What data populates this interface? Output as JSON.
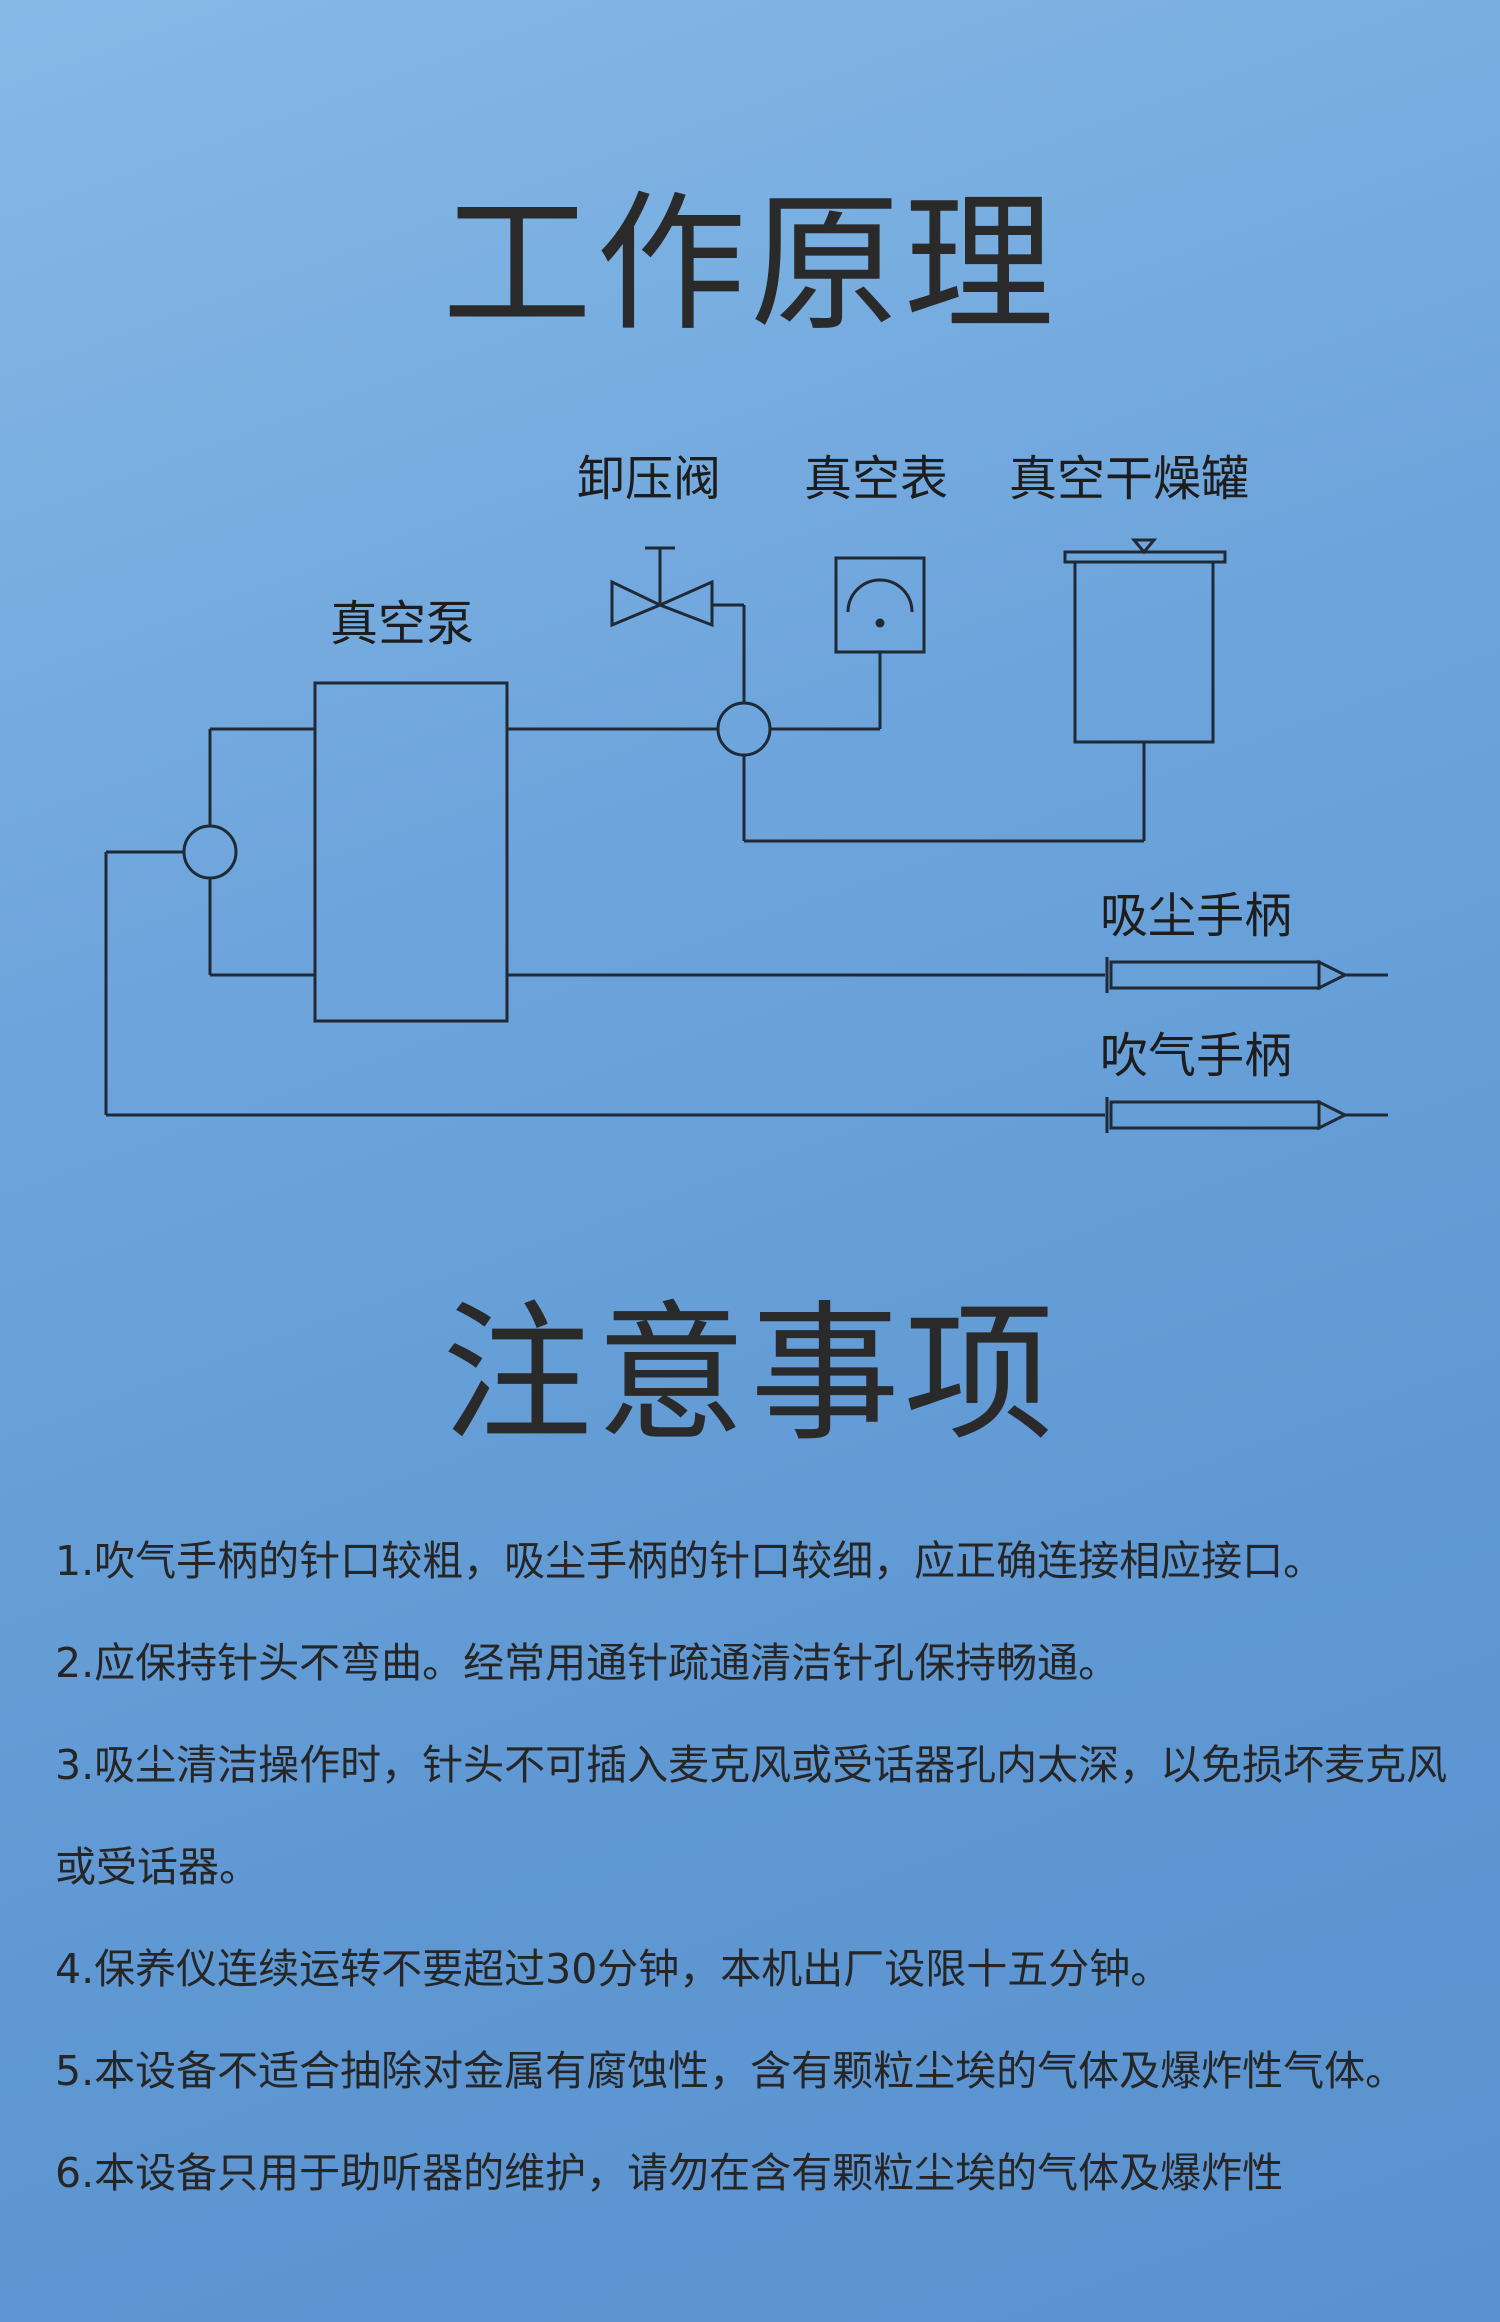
{
  "sections": {
    "principle_title": "工作原理",
    "notes_title": "注意事项"
  },
  "diagram": {
    "labels": {
      "relief_valve": "卸压阀",
      "vacuum_gauge": "真空表",
      "drying_tank": "真空干燥罐",
      "vacuum_pump": "真空泵",
      "suction_handle": "吸尘手柄",
      "blow_handle": "吹气手柄"
    }
  },
  "notes": [
    "1.吹气手柄的针口较粗，吸尘手柄的针口较细，应正确连接相应接口。",
    "2.应保持针头不弯曲。经常用通针疏通清洁针孔保持畅通。",
    "3.吸尘清洁操作时，针头不可插入麦克风或受话器孔内太深，以免损坏麦克风或受话器。",
    "4.保养仪连续运转不要超过30分钟，本机出厂设限十五分钟。",
    "5.本设备不适合抽除对金属有腐蚀性，含有颗粒尘埃的气体及爆炸性气体。",
    "6.本设备只用于助听器的维护，请勿在含有颗粒尘埃的气体及爆炸性"
  ]
}
